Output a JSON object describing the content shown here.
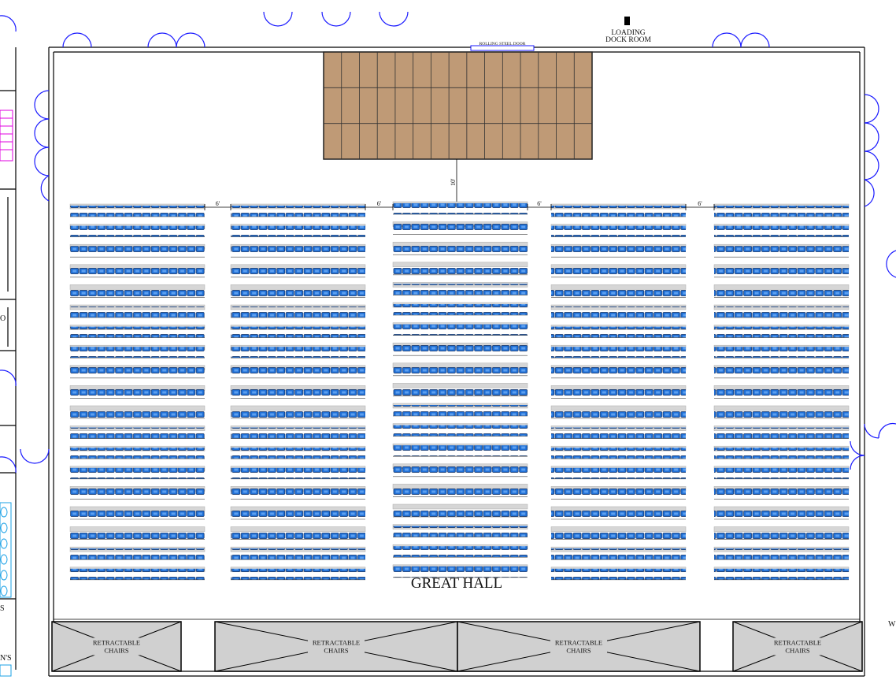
{
  "labels": {
    "loading_dock_line1": "LOADING",
    "loading_dock_line2": "DOCK ROOM",
    "rolling_door": "ROLLING STEEL DOOR",
    "great_hall": "GREAT HALL",
    "stage_clearance": "10'",
    "aisle_width": "6'",
    "retractable_line1": "RETRACTABLE",
    "retractable_line2": "CHAIRS",
    "left_edge_letter_o": "O",
    "left_edge_letter_s": "S",
    "left_edge_fragment_ns": "N'S",
    "right_edge_letter_w": "W"
  },
  "colors": {
    "stage_fill": "#bf9a76",
    "chair_blue": "#1f6fd6",
    "chair_back": "#d6d6d6",
    "door_swing": "#1a1aff",
    "retract_fill": "#d0d0d0",
    "stair_magenta": "#e000e0",
    "fixture_cyan": "#19a0e6"
  },
  "stage": {
    "rows": 3,
    "cols": 15
  },
  "seating": {
    "blocks": 5,
    "rows_per_block": 19,
    "chairs_per_row": 15
  },
  "retractable_sections": 4
}
